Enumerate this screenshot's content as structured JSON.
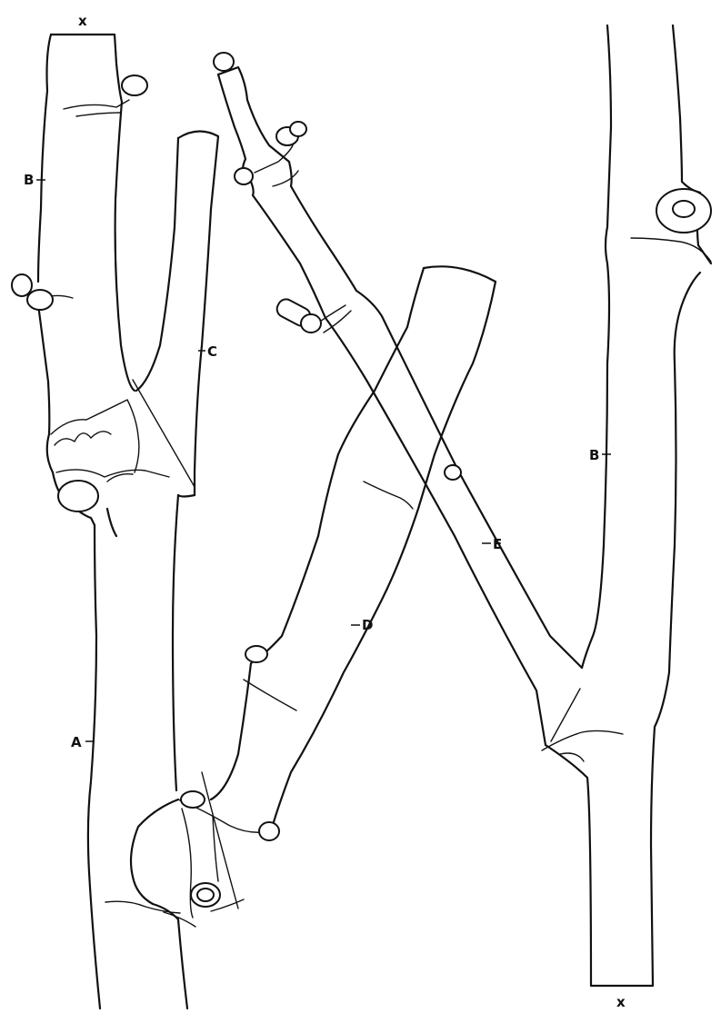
{
  "figure": {
    "labels": {
      "top_cut": "x",
      "bottom_cut": "x",
      "left_upper": "B",
      "c_shoot": "C",
      "d_shoot": "D",
      "e_shoot": "E",
      "main_stem": "A",
      "right_stem": "B"
    }
  },
  "colors": {
    "ink": "#111111",
    "paper": "#ffffff"
  }
}
